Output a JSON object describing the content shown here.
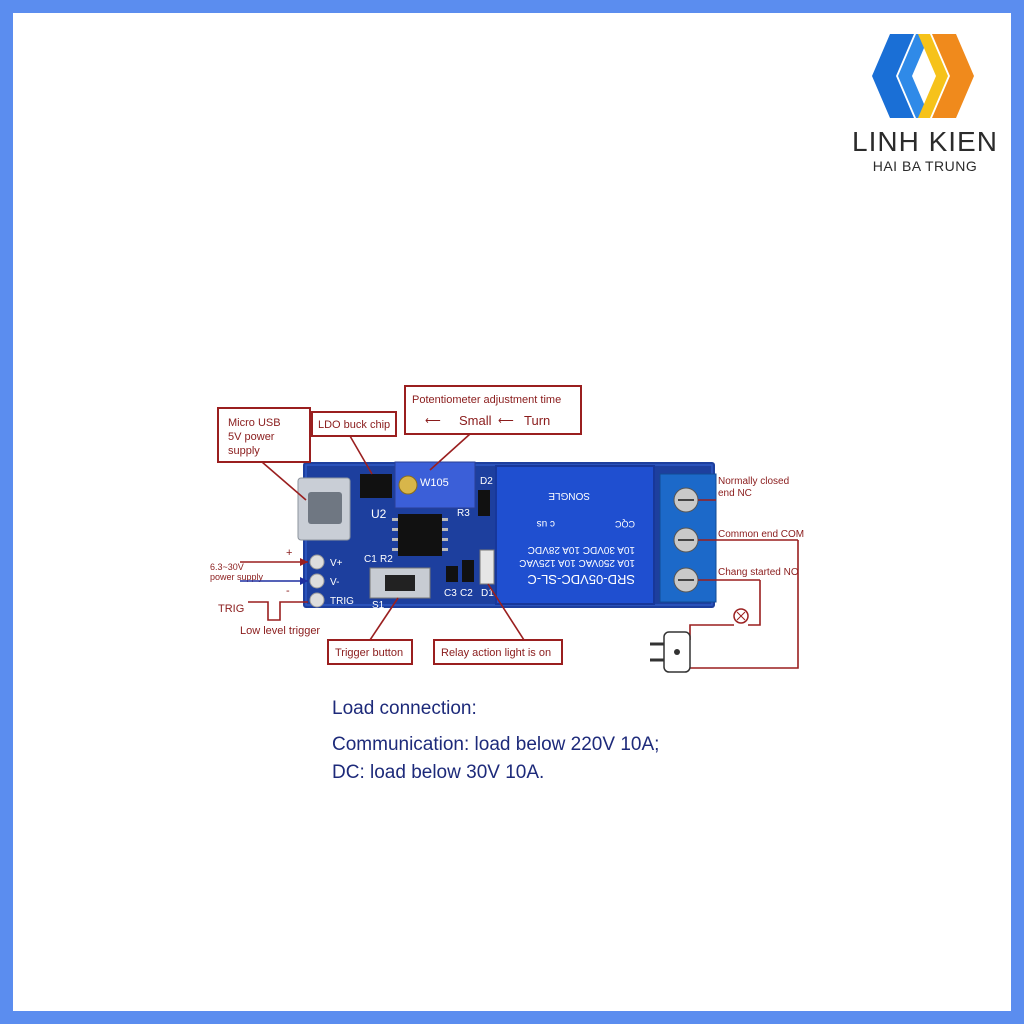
{
  "brand": {
    "name": "LINH KIEN",
    "subtitle": "HAI BA TRUNG",
    "colors": {
      "blue": "#1a6fd6",
      "orange": "#f08a1c",
      "yellow": "#f6c21a"
    }
  },
  "callouts": {
    "micro_usb": [
      "Micro USB",
      "5V power",
      "supply"
    ],
    "ldo": "LDO buck chip",
    "potentiometer": "Potentiometer adjustment time",
    "small": "Small",
    "turn": "Turn",
    "nc": [
      "Normally closed",
      "end NC"
    ],
    "com": "Common end COM",
    "no": "Chang started NO",
    "power_supply": [
      "6.3~30V",
      "power supply"
    ],
    "plus": "+",
    "minus": "-",
    "trig": "TRIG",
    "low_level": "Low level trigger",
    "trigger_button": "Trigger button",
    "relay_light": "Relay action light is on"
  },
  "board": {
    "u2": "U2",
    "c1": "C1",
    "r2": "R2",
    "r3": "R3",
    "d2": "D2",
    "s1": "S1",
    "c3": "C3",
    "c2": "C2",
    "d1": "D1",
    "pot_code": "W105",
    "pins": [
      "V+",
      "V-",
      "TRIG"
    ],
    "relay_lines": [
      "SRD-05VDC-SL-C",
      "10A 250VAC  10A 125VAC",
      "10A 30VDC  10A 28VDC"
    ],
    "relay_brand": "SONGLE",
    "cqc": "CQC",
    "ul": "c   us"
  },
  "caption": {
    "line1": "Load connection:",
    "line2": "Communication: load below 220V 10A;",
    "line3": "DC: load below 30V 10A."
  }
}
